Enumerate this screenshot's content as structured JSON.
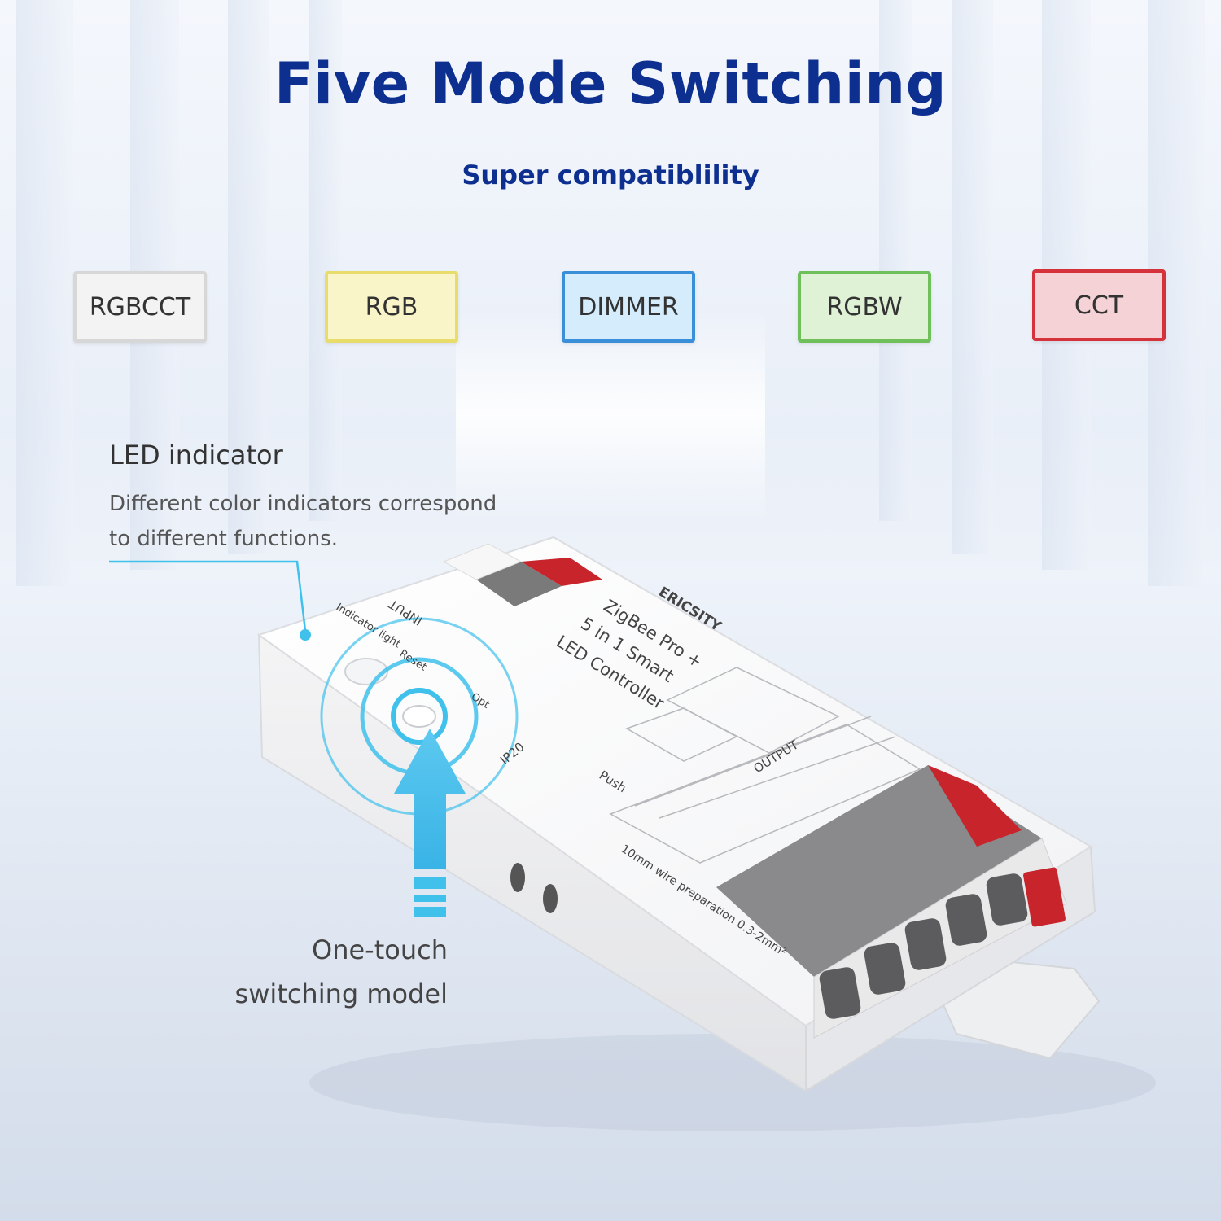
{
  "header": {
    "title": "Five Mode Switching",
    "subtitle": "Super compatiblility"
  },
  "modes": [
    {
      "label": "RGBCCT",
      "border": "#d7d7d7",
      "fill": "#f3f3f3"
    },
    {
      "label": "RGB",
      "border": "#e8dd6a",
      "fill": "#f9f5c9"
    },
    {
      "label": "DIMMER",
      "border": "#3a8fd9",
      "fill": "#d4ecfb"
    },
    {
      "label": "RGBW",
      "border": "#6fbf5b",
      "fill": "#dff2d6"
    },
    {
      "label": "CCT",
      "border": "#d6323b",
      "fill": "#f4d2d6"
    }
  ],
  "led_indicator": {
    "title": "LED indicator",
    "desc_line1": "Different color indicators correspond",
    "desc_line2": "to different functions."
  },
  "one_touch": {
    "line1": "One-touch",
    "line2": "switching model"
  },
  "device": {
    "brand": "ERICSITY",
    "name_line1": "ZigBee Pro +",
    "name_line2": "5 in 1 Smart",
    "name_line3": "LED Controller",
    "input_label": "INPUT",
    "output_label": "OUTPUT",
    "indicator_label": "Indicator light",
    "reset_label": "Reset",
    "opt_label": "Opt",
    "push_label": "Push",
    "rating": "IP20",
    "wire_note": "10mm wire preparation 0.3-2mm²"
  },
  "colors": {
    "title": "#0d2f8f",
    "accent_cyan": "#3fc1ec",
    "terminal_red": "#c8242b",
    "terminal_gray": "#6b6b6b"
  }
}
